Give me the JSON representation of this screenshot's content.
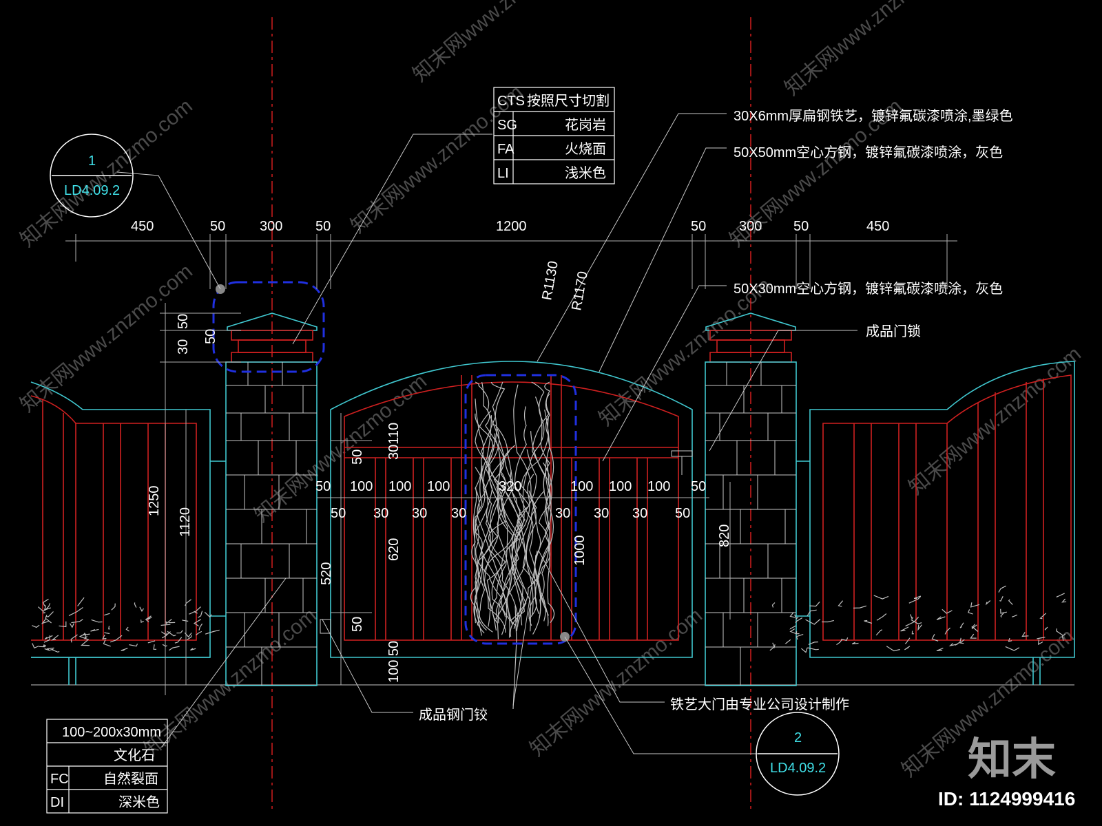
{
  "material_table_top": {
    "rows": [
      {
        "code": "CTS",
        "desc": "按照尺寸切割"
      },
      {
        "code": "SG",
        "desc": "花岗岩"
      },
      {
        "code": "FA",
        "desc": "火烧面"
      },
      {
        "code": "LI",
        "desc": "浅米色"
      }
    ]
  },
  "material_table_bottom": {
    "rows": [
      {
        "code": "",
        "desc": "100~200x30mm"
      },
      {
        "code": "",
        "desc": "文化石"
      },
      {
        "code": "FC",
        "desc": "自然裂面"
      },
      {
        "code": "DI",
        "desc": "深米色"
      }
    ]
  },
  "callouts": {
    "c1": "30X6mm厚扁钢铁艺，镀锌氟碳漆喷涂,墨绿色",
    "c2": "50X50mm空心方钢，镀锌氟碳漆喷涂，灰色",
    "c3": "50X30mm空心方钢，镀锌氟碳漆喷涂，灰色",
    "c4": "成品门锁",
    "c5": "成品钢门铰",
    "c6": "铁艺大门由专业公司设计制作"
  },
  "detail_markers": [
    {
      "number": "1",
      "ref": "LD4.09.2"
    },
    {
      "number": "2",
      "ref": "LD4.09.2"
    }
  ],
  "radius_labels": [
    "R1130",
    "R1170"
  ],
  "dims_top": [
    "450",
    "50",
    "300",
    "50",
    "1200",
    "50",
    "300",
    "50",
    "450"
  ],
  "dims_row1": [
    "50",
    "100",
    "100",
    "100",
    "320",
    "100",
    "100",
    "100",
    "50"
  ],
  "dims_row2": [
    "50",
    "30",
    "30",
    "30",
    "30",
    "30",
    "30",
    "50"
  ],
  "dims_vertical": {
    "cap_50a": "50",
    "cap_30": "30",
    "cap_50b": "50",
    "wall_1250": "1250",
    "wall_1120": "1120",
    "gate_30110": "30110",
    "gate_50_top": "50",
    "gate_620": "620",
    "gate_520": "520",
    "gate_50_bottom": "50",
    "gate_10050": "100 50",
    "panel_1000": "1000",
    "pillar_820": "820"
  },
  "watermark": {
    "logo": "知末",
    "id_text": "ID: 1124999416",
    "site": "知末网www.znzmo.com"
  },
  "colors": {
    "background": "#000000",
    "cyan": "#40c8d0",
    "red": "#d02020",
    "blue": "#2030e0",
    "white": "#ffffff"
  }
}
